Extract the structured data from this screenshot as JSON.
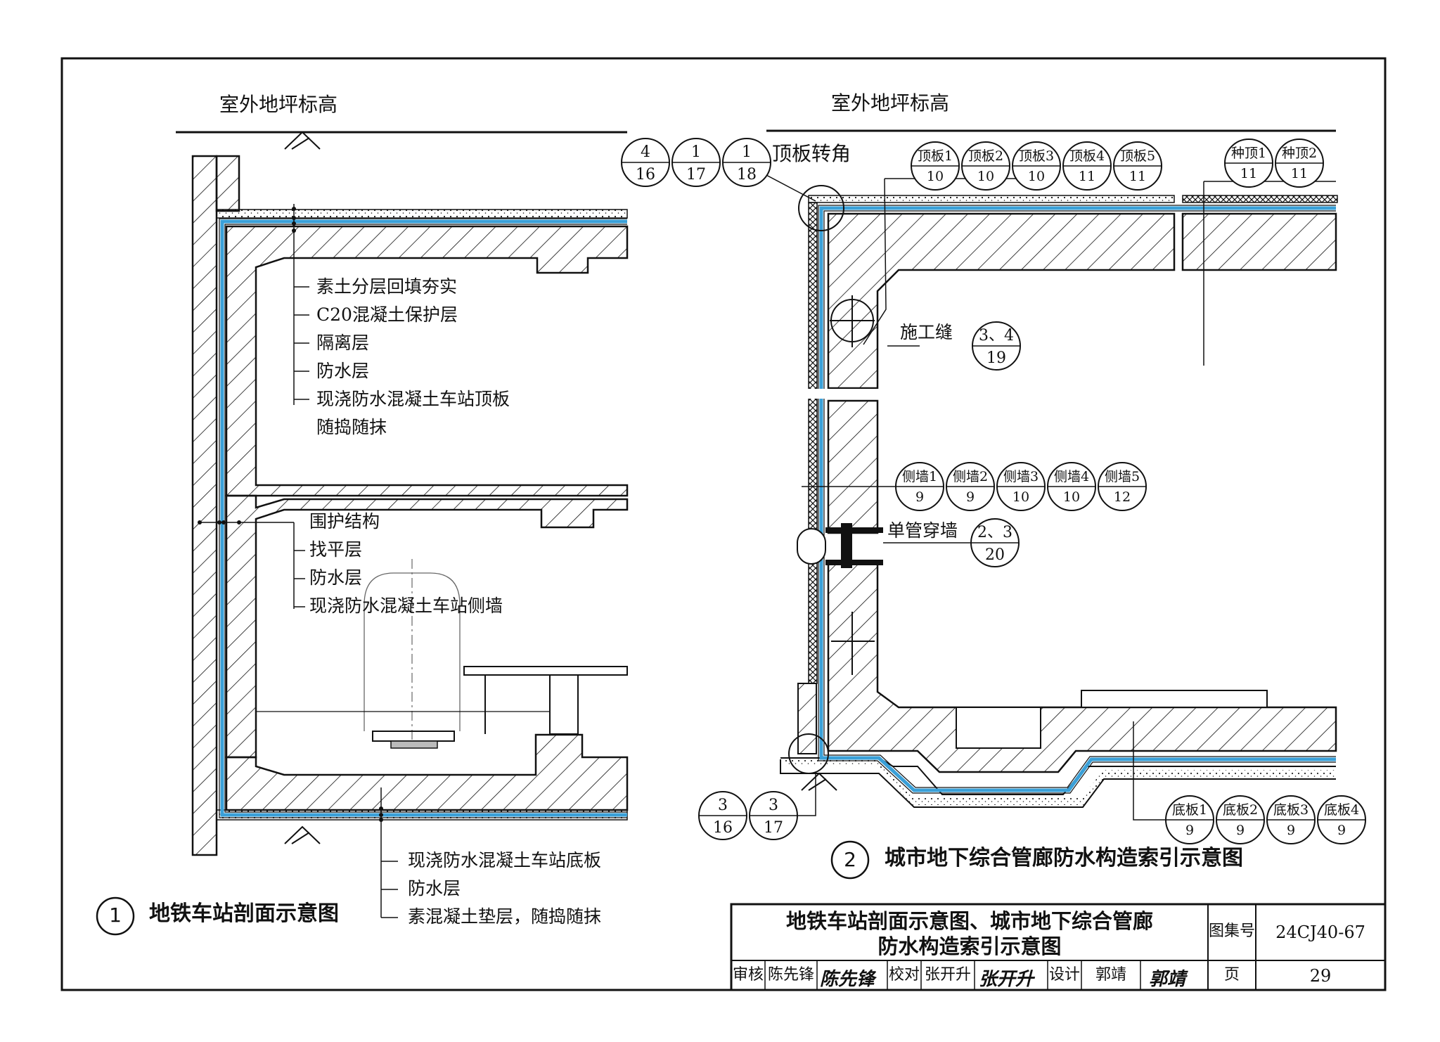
{
  "colors": {
    "waterproof_layer": "#3aa0d8",
    "line": "#111111",
    "background": "#ffffff"
  },
  "fig1": {
    "ground_label": "室外地坪标高",
    "roof_callouts": [
      "素土分层回填夯实",
      "C20混凝土保护层",
      "隔离层",
      "防水层",
      "现浇防水混凝土车站顶板",
      "随捣随抹"
    ],
    "wall_callouts": [
      "围护结构",
      "找平层",
      "防水层",
      "现浇防水混凝土车站侧墙"
    ],
    "floor_callouts": [
      "现浇防水混凝土车站底板",
      "防水层",
      "素混凝土垫层，随捣随抹"
    ],
    "number": "1",
    "title": "地铁车站剖面示意图"
  },
  "fig2": {
    "ground_label": "室外地坪标高",
    "corner_label": "顶板转角",
    "corner_refs": [
      {
        "top": "4",
        "bottom": "16"
      },
      {
        "top": "1",
        "bottom": "17"
      },
      {
        "top": "1",
        "bottom": "18"
      }
    ],
    "roof_refs": [
      {
        "top": "顶板1",
        "bottom": "10"
      },
      {
        "top": "顶板2",
        "bottom": "10"
      },
      {
        "top": "顶板3",
        "bottom": "10"
      },
      {
        "top": "顶板4",
        "bottom": "11"
      },
      {
        "top": "顶板5",
        "bottom": "11"
      }
    ],
    "plant_refs": [
      {
        "top": "种顶1",
        "bottom": "11"
      },
      {
        "top": "种顶2",
        "bottom": "11"
      }
    ],
    "joint_label": "施工缝",
    "joint_ref": {
      "top": "3、4",
      "bottom": "19"
    },
    "wall_refs": [
      {
        "top": "侧墙1",
        "bottom": "9"
      },
      {
        "top": "侧墙2",
        "bottom": "9"
      },
      {
        "top": "侧墙3",
        "bottom": "10"
      },
      {
        "top": "侧墙4",
        "bottom": "10"
      },
      {
        "top": "侧墙5",
        "bottom": "12"
      }
    ],
    "pipe_label": "单管穿墙",
    "pipe_ref": {
      "top": "2、3",
      "bottom": "20"
    },
    "bottom_corner_refs": [
      {
        "top": "3",
        "bottom": "16"
      },
      {
        "top": "3",
        "bottom": "17"
      }
    ],
    "floor_refs": [
      {
        "top": "底板1",
        "bottom": "9"
      },
      {
        "top": "底板2",
        "bottom": "9"
      },
      {
        "top": "底板3",
        "bottom": "9"
      },
      {
        "top": "底板4",
        "bottom": "9"
      }
    ],
    "number": "2",
    "title": "城市地下综合管廊防水构造索引示意图"
  },
  "title_block": {
    "title_line1": "地铁车站剖面示意图、城市地下综合管廊",
    "title_line2": "防水构造索引示意图",
    "atlas_label": "图集号",
    "atlas_no": "24CJ40-67",
    "review_label": "审核",
    "reviewer": "陈先锋",
    "reviewer_sig": "陈先锋",
    "check_label": "校对",
    "checker": "张开升",
    "checker_sig": "张开升",
    "design_label": "设计",
    "designer": "郭靖",
    "designer_sig": "郭靖",
    "page_label": "页",
    "page_no": "29"
  }
}
